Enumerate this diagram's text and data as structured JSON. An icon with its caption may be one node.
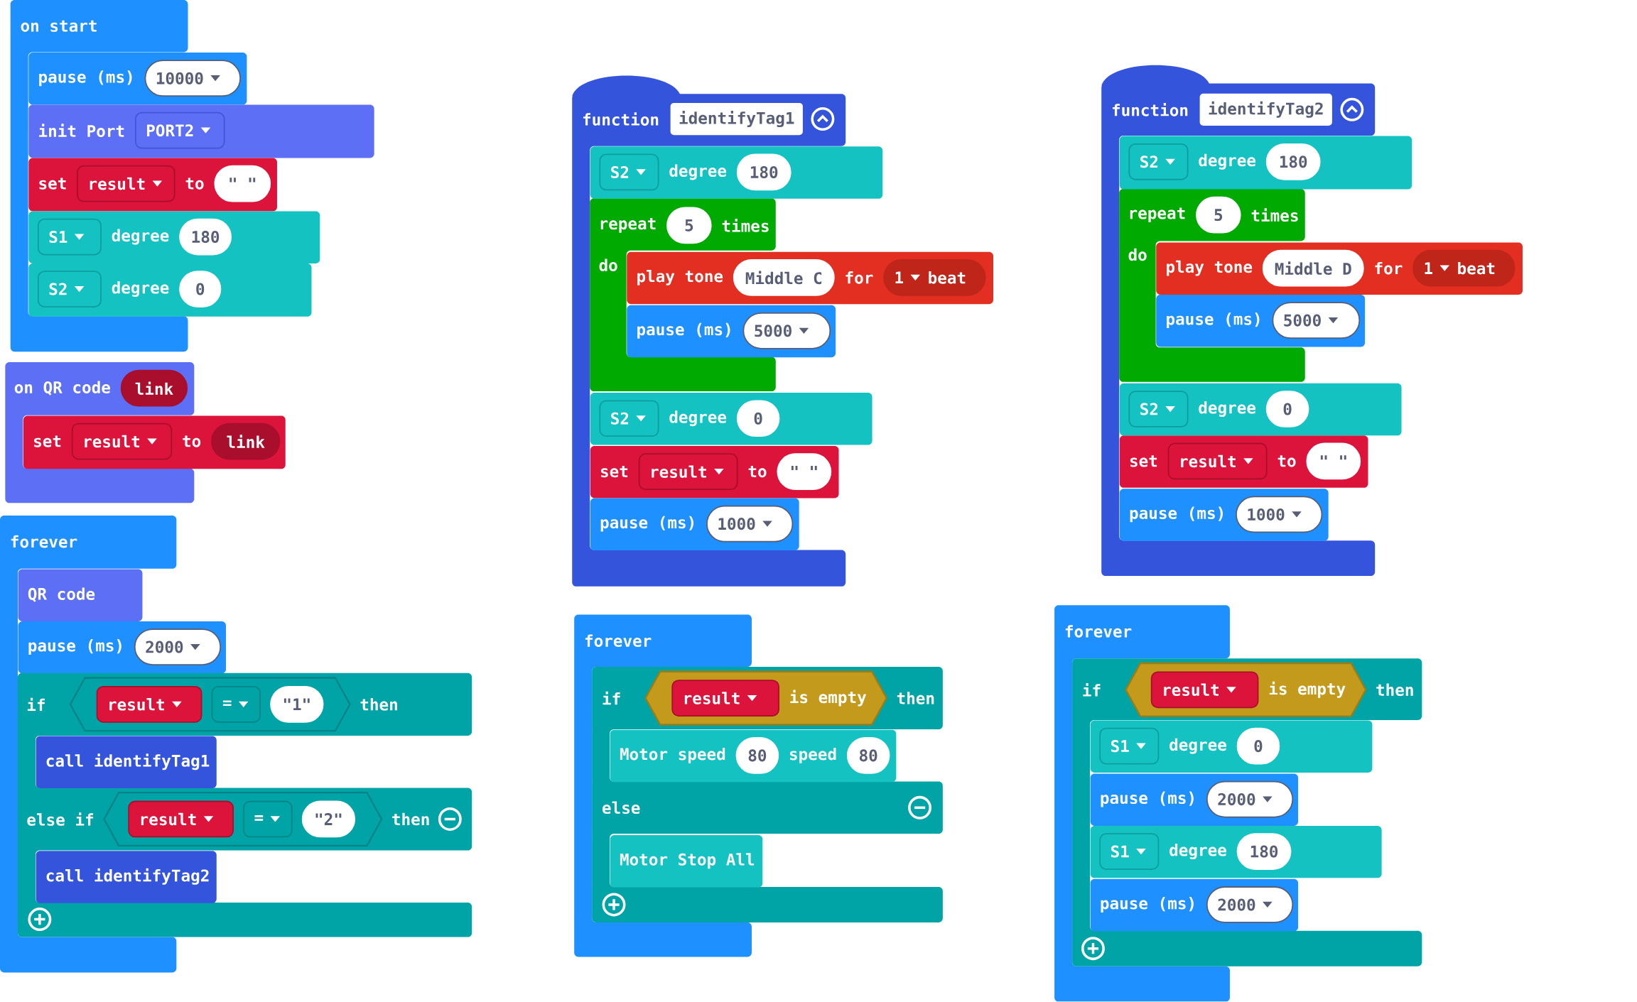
{
  "diagram": {
    "nodes": [
      {
        "text": [
          "on start"
        ]
      },
      {
        "text": [
          "pause (ms)"
        ]
      },
      {
        "text": [
          "10000"
        ],
        "in": 1
      },
      {
        "text": [
          "init Port"
        ]
      },
      {
        "text": [
          "PORT2"
        ],
        "in": 3
      },
      {
        "text": [
          "set",
          "to"
        ]
      },
      {
        "text": [
          "result"
        ],
        "in": 5
      },
      {
        "text": [
          "\" \""
        ],
        "in": 5
      },
      {
        "text": [
          "degree"
        ]
      },
      {
        "text": [
          "S1"
        ],
        "in": 8
      },
      {
        "text": [
          "180"
        ],
        "in": 8
      },
      {
        "text": [
          "degree"
        ]
      },
      {
        "text": [
          "S2"
        ],
        "in": 11
      },
      {
        "text": [
          "0"
        ],
        "in": 11
      },
      {
        "text": [
          "on QR code"
        ]
      },
      {
        "text": [
          "link"
        ],
        "in": 14
      },
      {
        "text": [
          "set",
          "to"
        ]
      },
      {
        "text": [
          "result"
        ],
        "in": 16
      },
      {
        "text": [
          "link"
        ],
        "in": 16
      },
      {
        "text": [
          "forever"
        ]
      },
      {
        "text": [
          "QR code"
        ],
        "in": 19
      },
      {
        "text": [
          "pause (ms)"
        ]
      },
      {
        "text": [
          "2000"
        ],
        "in": 21
      },
      {
        "text": [
          "if",
          "then",
          "else if",
          "then"
        ]
      },
      {
        "text": [],
        "shape": "hexagon",
        "in": 23
      },
      {
        "text": [
          "result"
        ],
        "in": 24
      },
      {
        "text": [
          "="
        ],
        "in": 24
      },
      {
        "text": [
          "\"1\""
        ],
        "in": 24
      },
      {
        "text": [
          "call identifyTag1"
        ],
        "in": 23
      },
      {
        "text": [],
        "shape": "hexagon",
        "in": 23
      },
      {
        "text": [
          "result"
        ],
        "in": 29
      },
      {
        "text": [
          "="
        ],
        "in": 29
      },
      {
        "text": [
          "\"2\""
        ],
        "in": 29
      },
      {
        "text": [
          "call identifyTag2"
        ],
        "in": 23
      },
      {
        "text": [
          "function"
        ]
      },
      {
        "text": [
          "identifyTag1"
        ],
        "in": 34
      },
      {
        "text": [
          "degree"
        ]
      },
      {
        "text": [
          "S2"
        ],
        "in": 36
      },
      {
        "text": [
          "180"
        ],
        "in": 36
      },
      {
        "text": [
          "repeat",
          "times",
          "do"
        ],
        "in": 34
      },
      {
        "text": [
          "5"
        ],
        "in": 39
      },
      {
        "text": [
          "play tone",
          "for"
        ]
      },
      {
        "text": [
          "Middle C"
        ],
        "in": 41
      },
      {
        "text": [
          "1",
          "beat"
        ],
        "in": 41
      },
      {
        "text": [
          "pause (ms)"
        ]
      },
      {
        "text": [
          "5000"
        ],
        "in": 44
      },
      {
        "text": [
          "degree"
        ]
      },
      {
        "text": [
          "S2"
        ],
        "in": 46
      },
      {
        "text": [
          "0"
        ],
        "in": 46
      },
      {
        "text": [
          "set",
          "to"
        ],
        "in": 34
      },
      {
        "text": [
          "result"
        ],
        "in": 49
      },
      {
        "text": [
          "\" \""
        ],
        "in": 49
      },
      {
        "text": [
          "pause (ms)"
        ],
        "in": 34
      },
      {
        "text": [
          "1000"
        ],
        "in": 52
      },
      {
        "text": [
          "function"
        ]
      },
      {
        "text": [
          "identifyTag2"
        ],
        "in": 54
      },
      {
        "text": [
          "degree"
        ]
      },
      {
        "text": [
          "S2"
        ],
        "in": 56
      },
      {
        "text": [
          "180"
        ],
        "in": 56
      },
      {
        "text": [
          "repeat",
          "times",
          "do"
        ],
        "in": 54
      },
      {
        "text": [
          "5"
        ],
        "in": 59
      },
      {
        "text": [
          "play tone",
          "for"
        ]
      },
      {
        "text": [
          "Middle D"
        ],
        "in": 61
      },
      {
        "text": [
          "1",
          "beat"
        ],
        "in": 61
      },
      {
        "text": [
          "pause (ms)"
        ]
      },
      {
        "text": [
          "5000"
        ],
        "in": 64
      },
      {
        "text": [
          "degree"
        ]
      },
      {
        "text": [
          "S2"
        ],
        "in": 66
      },
      {
        "text": [
          "0"
        ],
        "in": 66
      },
      {
        "text": [
          "set",
          "to"
        ],
        "in": 54
      },
      {
        "text": [
          "result"
        ],
        "in": 69
      },
      {
        "text": [
          "\" \""
        ],
        "in": 69
      },
      {
        "text": [
          "pause (ms)"
        ],
        "in": 54
      },
      {
        "text": [
          "1000"
        ],
        "in": 72
      },
      {
        "text": [
          "forever"
        ]
      },
      {
        "text": [
          "if",
          "then",
          "else"
        ]
      },
      {
        "text": [
          "is empty"
        ],
        "in": 75
      },
      {
        "text": [
          "result"
        ],
        "in": 76
      },
      {
        "text": [
          "Motor speed",
          "speed"
        ],
        "in": 75
      },
      {
        "text": [
          "80"
        ],
        "in": 78
      },
      {
        "text": [
          "80"
        ],
        "in": 78
      },
      {
        "text": [
          "Motor Stop All"
        ],
        "in": 75
      },
      {
        "text": [
          "forever"
        ]
      },
      {
        "text": [
          "if",
          "then"
        ]
      },
      {
        "text": [
          "is empty"
        ],
        "in": 83
      },
      {
        "text": [
          "result"
        ],
        "in": 84
      },
      {
        "text": [
          "degree"
        ],
        "in": 83
      },
      {
        "text": [
          "S1"
        ],
        "in": 86
      },
      {
        "text": [
          "0"
        ],
        "in": 86
      },
      {
        "text": [
          "pause (ms)"
        ],
        "in": 83
      },
      {
        "text": [
          "2000"
        ],
        "in": 89
      },
      {
        "text": [
          "degree"
        ],
        "in": 83
      },
      {
        "text": [
          "S1"
        ],
        "in": 91
      },
      {
        "text": [
          "180"
        ],
        "in": 91
      },
      {
        "text": [
          "pause (ms)"
        ],
        "in": 83
      },
      {
        "text": [
          "2000"
        ],
        "in": 94
      }
    ]
  }
}
